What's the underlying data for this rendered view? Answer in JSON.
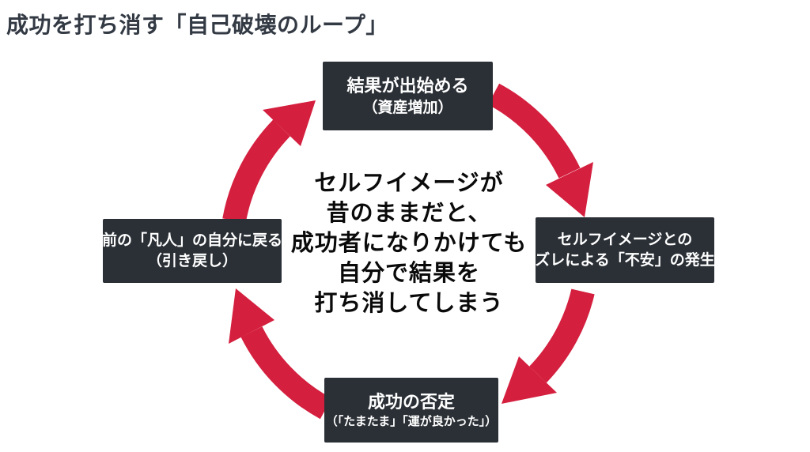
{
  "title": "成功を打ち消す「自己破壊のループ」",
  "colors": {
    "accent_red": "#d41f3e",
    "node_background": "#2b3036",
    "node_text": "#ffffff",
    "title_text": "#333a44",
    "center_text": "#0a0a0a",
    "page_background": "#ffffff"
  },
  "cycle": {
    "direction": "clockwise",
    "center_text": {
      "lines": [
        "セルフイメージが",
        "昔のままだと、",
        "成功者になりかけても",
        "自分で結果を",
        "打ち消してしまう"
      ]
    },
    "nodes": [
      {
        "position": "top",
        "lines": [
          "結果が出始める",
          "（資産増加）"
        ]
      },
      {
        "position": "right",
        "lines": [
          "セルフイメージとの",
          "ズレによる「不安」の発生"
        ]
      },
      {
        "position": "bottom",
        "lines": [
          "成功の否定",
          "（「たまたま」「運が良かった」）"
        ]
      },
      {
        "position": "left",
        "lines": [
          "前の「凡人」の自分に戻る",
          "（引き戻し）"
        ]
      }
    ],
    "arrows": [
      {
        "from": "top",
        "to": "right"
      },
      {
        "from": "right",
        "to": "bottom"
      },
      {
        "from": "bottom",
        "to": "left"
      },
      {
        "from": "left",
        "to": "top"
      }
    ]
  }
}
